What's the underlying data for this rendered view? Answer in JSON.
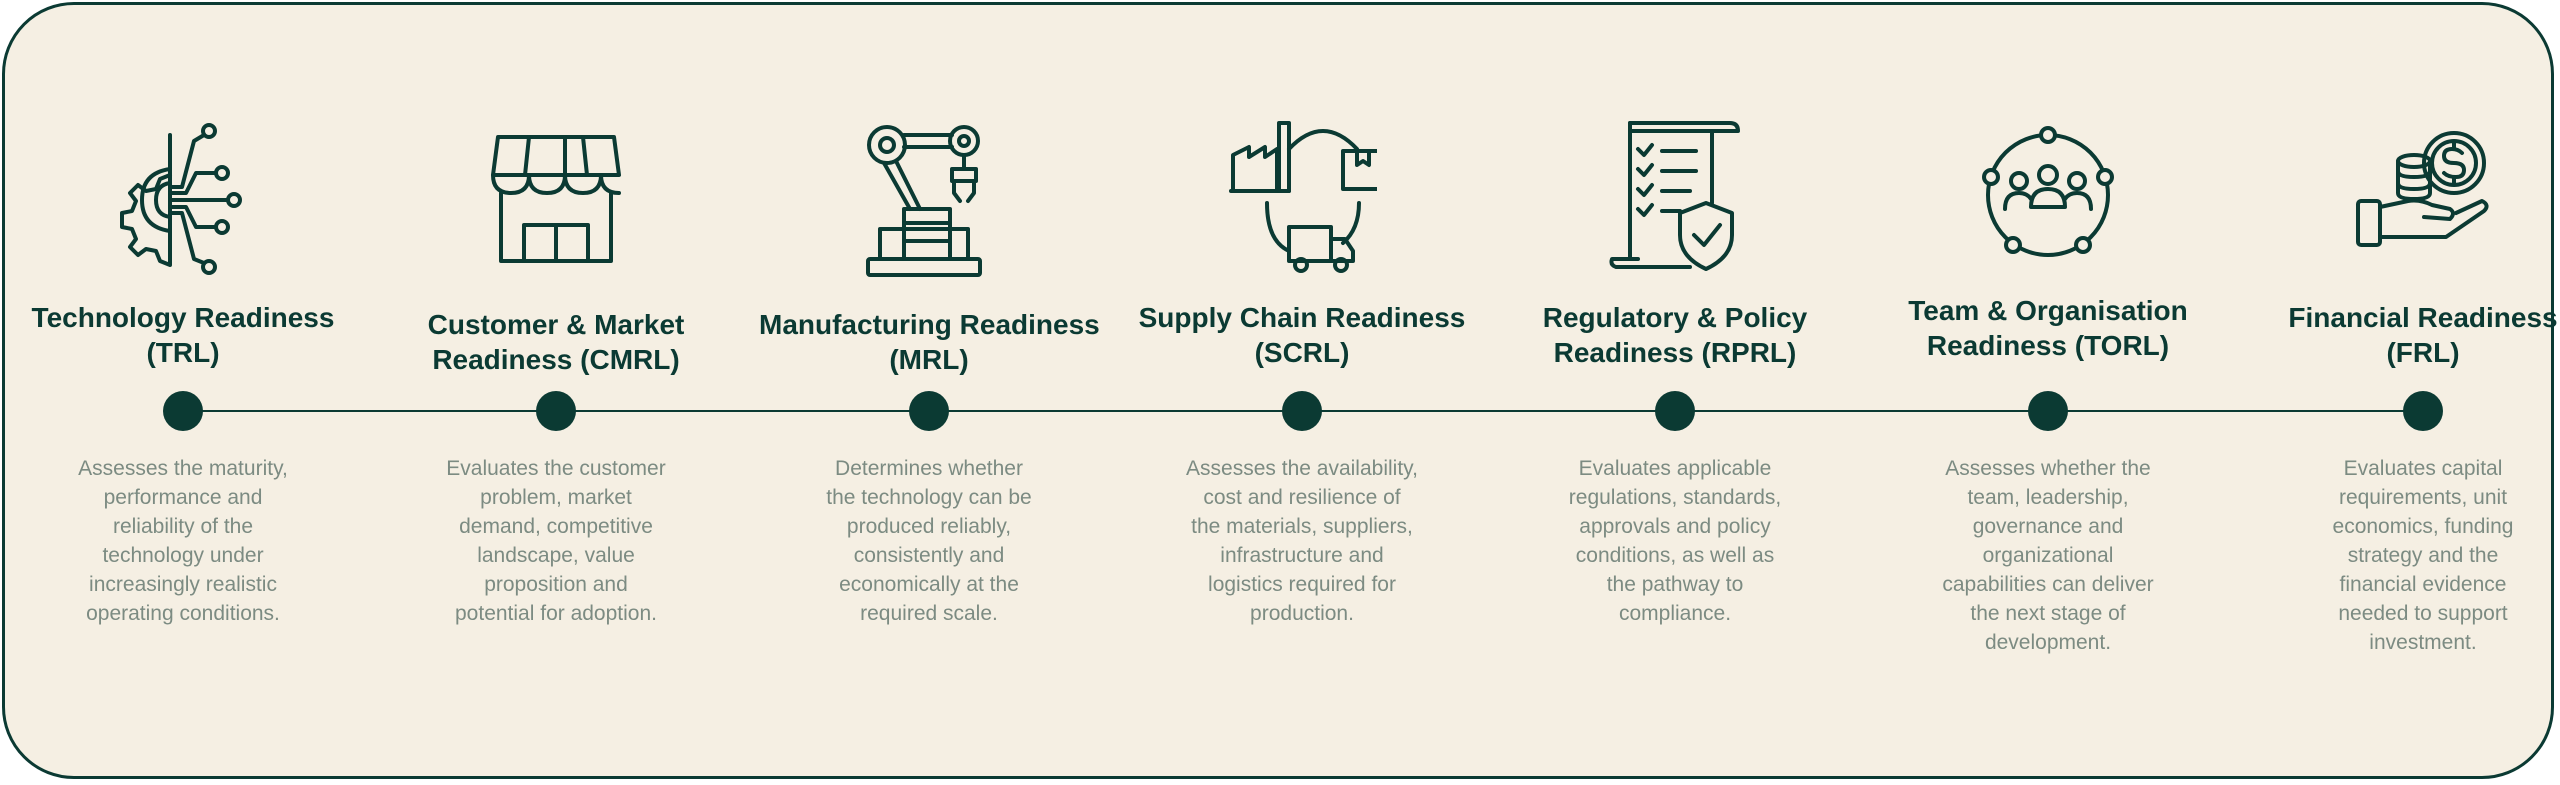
{
  "colors": {
    "background": "#f5efe3",
    "primary": "#0b3a33",
    "description_text": "#7c8b82"
  },
  "stages": [
    {
      "icon": "gear-circuit-icon",
      "title_lines": [
        "Technology Readiness",
        "(TRL)"
      ],
      "description_lines": [
        "Assesses the maturity,",
        "performance and",
        "reliability of the",
        "technology under",
        "increasingly realistic",
        "operating conditions."
      ]
    },
    {
      "icon": "storefront-icon",
      "title_lines": [
        "Customer & Market",
        "Readiness (CMRL)"
      ],
      "description_lines": [
        "Evaluates the customer",
        "problem, market",
        "demand, competitive",
        "landscape, value",
        "proposition and",
        "potential for adoption."
      ]
    },
    {
      "icon": "robotic-arm-icon",
      "title_lines": [
        "Manufacturing Readiness",
        "(MRL)"
      ],
      "description_lines": [
        "Determines whether",
        "the technology can be",
        "produced reliably,",
        "consistently and",
        "economically at the",
        "required scale."
      ]
    },
    {
      "icon": "supply-chain-cycle-icon",
      "title_lines": [
        "Supply Chain Readiness",
        "(SCRL)"
      ],
      "description_lines": [
        "Assesses the availability,",
        "cost and resilience of",
        "the materials, suppliers,",
        "infrastructure and",
        "logistics required for",
        "production."
      ]
    },
    {
      "icon": "checklist-shield-icon",
      "title_lines": [
        "Regulatory & Policy",
        "Readiness (RPRL)"
      ],
      "description_lines": [
        "Evaluates applicable",
        "regulations, standards,",
        "approvals and policy",
        "conditions, as well as",
        "the pathway to",
        "compliance."
      ]
    },
    {
      "icon": "team-network-icon",
      "title_lines": [
        "Team & Organisation",
        "Readiness (TORL)"
      ],
      "description_lines": [
        "Assesses whether the",
        "team, leadership,",
        "governance and",
        "organizational",
        "capabilities can deliver",
        "the next stage of",
        "development."
      ]
    },
    {
      "icon": "hand-coins-icon",
      "title_lines": [
        "Financial Readiness",
        "(FRL)"
      ],
      "description_lines": [
        "Evaluates capital",
        "requirements, unit",
        "economics, funding",
        "strategy and the",
        "financial evidence",
        "needed to support",
        "investment."
      ]
    }
  ]
}
